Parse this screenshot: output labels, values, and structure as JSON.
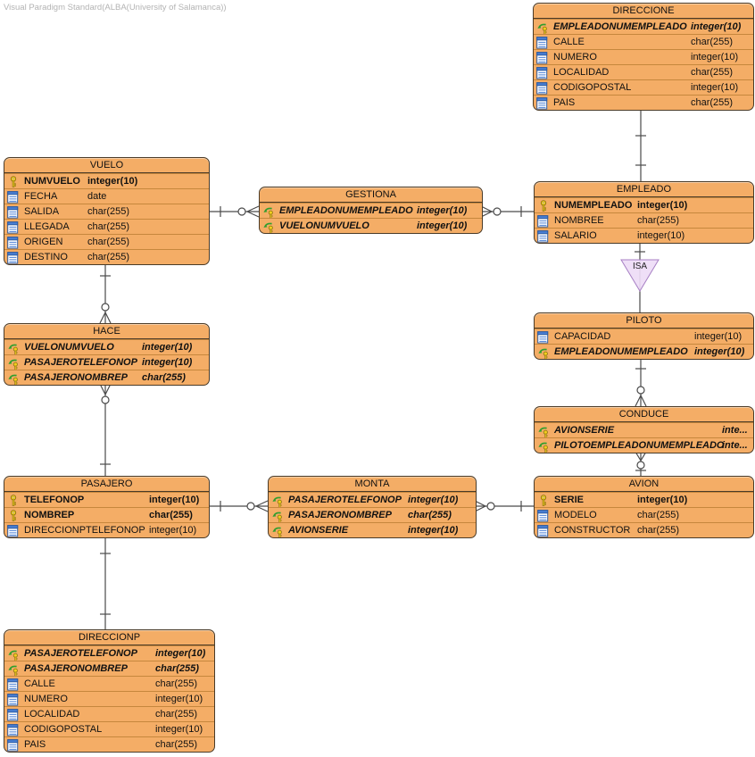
{
  "watermark": "Visual Paradigm Standard(ALBA(University of Salamanca))",
  "diagram": {
    "isa_label": "ISA",
    "colors": {
      "entity_fill": "#f4ad66",
      "entity_border": "#4a3b28",
      "row_divider": "#c6873d",
      "isa_fill": "#eedcf6",
      "isa_border": "#a77fc4",
      "line": "#4a4a4a",
      "pk_key": "#f2cf1d",
      "fk_arrow": "#2f9e2f",
      "column_icon_blue": "#4a7fd4"
    },
    "entities": [
      {
        "id": "direccione",
        "name": "DIRECCIONE",
        "columns": [
          {
            "icon": "fk-key-icon",
            "kind": "pkfk",
            "name": "EMPLEADONUMEMPLEADO",
            "type": "integer(10)"
          },
          {
            "icon": "column-icon",
            "kind": "plain",
            "name": "CALLE",
            "type": "char(255)"
          },
          {
            "icon": "column-icon",
            "kind": "plain",
            "name": "NUMERO",
            "type": "integer(10)"
          },
          {
            "icon": "column-icon",
            "kind": "plain",
            "name": "LOCALIDAD",
            "type": "char(255)"
          },
          {
            "icon": "column-icon",
            "kind": "plain",
            "name": "CODIGOPOSTAL",
            "type": "integer(10)"
          },
          {
            "icon": "column-icon",
            "kind": "plain",
            "name": "PAIS",
            "type": "char(255)"
          }
        ]
      },
      {
        "id": "vuelo",
        "name": "VUELO",
        "columns": [
          {
            "icon": "pk-key-icon",
            "kind": "pk",
            "name": "NUMVUELO",
            "type": "integer(10)"
          },
          {
            "icon": "column-icon",
            "kind": "plain",
            "name": "FECHA",
            "type": "date"
          },
          {
            "icon": "column-icon",
            "kind": "plain",
            "name": "SALIDA",
            "type": "char(255)"
          },
          {
            "icon": "column-icon",
            "kind": "plain",
            "name": "LLEGADA",
            "type": "char(255)"
          },
          {
            "icon": "column-icon",
            "kind": "plain",
            "name": "ORIGEN",
            "type": "char(255)"
          },
          {
            "icon": "column-icon",
            "kind": "plain",
            "name": "DESTINO",
            "type": "char(255)"
          }
        ]
      },
      {
        "id": "gestiona",
        "name": "GESTIONA",
        "columns": [
          {
            "icon": "fk-key-icon",
            "kind": "pkfk",
            "name": "EMPLEADONUMEMPLEADO",
            "type": "integer(10)"
          },
          {
            "icon": "fk-key-icon",
            "kind": "pkfk",
            "name": "VUELONUMVUELO",
            "type": "integer(10)"
          }
        ]
      },
      {
        "id": "empleado",
        "name": "EMPLEADO",
        "columns": [
          {
            "icon": "pk-key-icon",
            "kind": "pk",
            "name": "NUMEMPLEADO",
            "type": "integer(10)"
          },
          {
            "icon": "column-icon",
            "kind": "plain",
            "name": "NOMBREE",
            "type": "char(255)"
          },
          {
            "icon": "column-icon",
            "kind": "plain",
            "name": "SALARIO",
            "type": "integer(10)"
          }
        ]
      },
      {
        "id": "hace",
        "name": "HACE",
        "columns": [
          {
            "icon": "fk-key-icon",
            "kind": "pkfk",
            "name": "VUELONUMVUELO",
            "type": "integer(10)"
          },
          {
            "icon": "fk-key-icon",
            "kind": "pkfk",
            "name": "PASAJEROTELEFONOP",
            "type": "integer(10)"
          },
          {
            "icon": "fk-key-icon",
            "kind": "pkfk",
            "name": "PASAJERONOMBREP",
            "type": "char(255)"
          }
        ]
      },
      {
        "id": "piloto",
        "name": "PILOTO",
        "columns": [
          {
            "icon": "column-icon",
            "kind": "plain",
            "name": "CAPACIDAD",
            "type": "integer(10)"
          },
          {
            "icon": "fk-key-icon",
            "kind": "pkfk",
            "name": "EMPLEADONUMEMPLEADO",
            "type": "integer(10)"
          }
        ]
      },
      {
        "id": "conduce",
        "name": "CONDUCE",
        "columns": [
          {
            "icon": "fk-key-icon",
            "kind": "pkfk",
            "name": "AVIONSERIE",
            "type": "inte..."
          },
          {
            "icon": "fk-key-icon",
            "kind": "pkfk",
            "name": "PILOTOEMPLEADONUMEMPLEADO",
            "type": "inte..."
          }
        ]
      },
      {
        "id": "pasajero",
        "name": "PASAJERO",
        "columns": [
          {
            "icon": "pk-key-icon",
            "kind": "pk",
            "name": "TELEFONOP",
            "type": "integer(10)"
          },
          {
            "icon": "pk-key-icon",
            "kind": "pk",
            "name": "NOMBREP",
            "type": "char(255)"
          },
          {
            "icon": "column-icon",
            "kind": "plain",
            "name": "DIRECCIONPTELEFONOP",
            "type": "integer(10)"
          }
        ]
      },
      {
        "id": "monta",
        "name": "MONTA",
        "columns": [
          {
            "icon": "fk-key-icon",
            "kind": "pkfk",
            "name": "PASAJEROTELEFONOP",
            "type": "integer(10)"
          },
          {
            "icon": "fk-key-icon",
            "kind": "pkfk",
            "name": "PASAJERONOMBREP",
            "type": "char(255)"
          },
          {
            "icon": "fk-key-icon",
            "kind": "pkfk",
            "name": "AVIONSERIE",
            "type": "integer(10)"
          }
        ]
      },
      {
        "id": "avion",
        "name": "AVION",
        "columns": [
          {
            "icon": "pk-key-icon",
            "kind": "pk",
            "name": "SERIE",
            "type": "integer(10)"
          },
          {
            "icon": "column-icon",
            "kind": "plain",
            "name": "MODELO",
            "type": "char(255)"
          },
          {
            "icon": "column-icon",
            "kind": "plain",
            "name": "CONSTRUCTOR",
            "type": "char(255)"
          }
        ]
      },
      {
        "id": "direccionp",
        "name": "DIRECCIONP",
        "columns": [
          {
            "icon": "fk-key-icon",
            "kind": "pkfk",
            "name": "PASAJEROTELEFONOP",
            "type": "integer(10)"
          },
          {
            "icon": "fk-key-icon",
            "kind": "pkfk",
            "name": "PASAJERONOMBREP",
            "type": "char(255)"
          },
          {
            "icon": "column-icon",
            "kind": "plain",
            "name": "CALLE",
            "type": "char(255)"
          },
          {
            "icon": "column-icon",
            "kind": "plain",
            "name": "NUMERO",
            "type": "integer(10)"
          },
          {
            "icon": "column-icon",
            "kind": "plain",
            "name": "LOCALIDAD",
            "type": "char(255)"
          },
          {
            "icon": "column-icon",
            "kind": "plain",
            "name": "CODIGOPOSTAL",
            "type": "integer(10)"
          },
          {
            "icon": "column-icon",
            "kind": "plain",
            "name": "PAIS",
            "type": "char(255)"
          }
        ]
      }
    ],
    "relationships": [
      {
        "id": "rel-direccione-empleado",
        "from": "DIRECCIONE",
        "to": "EMPLEADO",
        "from_card": "1",
        "to_card": "1"
      },
      {
        "id": "rel-vuelo-gestiona",
        "from": "VUELO",
        "to": "GESTIONA",
        "from_card": "1",
        "to_card": "0..*"
      },
      {
        "id": "rel-gestiona-empleado",
        "from": "GESTIONA",
        "to": "EMPLEADO",
        "from_card": "0..*",
        "to_card": "1"
      },
      {
        "id": "rel-vuelo-hace",
        "from": "VUELO",
        "to": "HACE",
        "from_card": "1",
        "to_card": "0..*"
      },
      {
        "id": "rel-hace-pasajero",
        "from": "HACE",
        "to": "PASAJERO",
        "from_card": "0..*",
        "to_card": "1"
      },
      {
        "id": "rel-pasajero-direccionp",
        "from": "PASAJERO",
        "to": "DIRECCIONP",
        "from_card": "1",
        "to_card": "1"
      },
      {
        "id": "rel-pasajero-monta",
        "from": "PASAJERO",
        "to": "MONTA",
        "from_card": "1",
        "to_card": "0..*"
      },
      {
        "id": "rel-monta-avion",
        "from": "MONTA",
        "to": "AVION",
        "from_card": "0..*",
        "to_card": "1"
      },
      {
        "id": "rel-empleado-piloto-isa",
        "from": "EMPLEADO",
        "to": "PILOTO",
        "from_card": "1",
        "to_card": "ISA"
      },
      {
        "id": "rel-piloto-conduce",
        "from": "PILOTO",
        "to": "CONDUCE",
        "from_card": "1",
        "to_card": "0..*"
      },
      {
        "id": "rel-conduce-avion",
        "from": "CONDUCE",
        "to": "AVION",
        "from_card": "0..*",
        "to_card": "1"
      }
    ]
  }
}
